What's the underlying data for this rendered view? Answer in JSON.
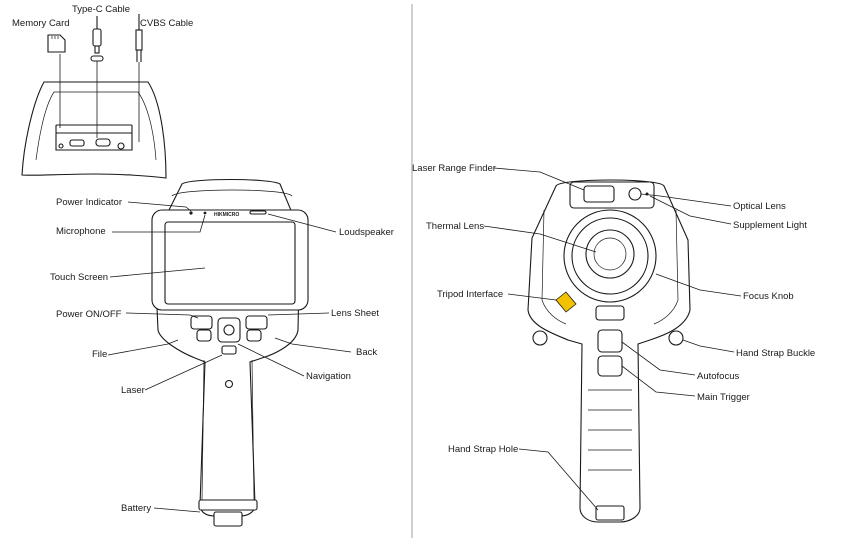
{
  "front_view": {
    "labels": {
      "memory_card": "Memory Card",
      "type_c_cable": "Type-C Cable",
      "cvbs_cable": "CVBS Cable",
      "power_indicator": "Power Indicator",
      "microphone": "Microphone",
      "loudspeaker": "Loudspeaker",
      "touch_screen": "Touch Screen",
      "power_on_off": "Power ON/OFF",
      "lens_sheet": "Lens Sheet",
      "file": "File",
      "back": "Back",
      "laser": "Laser",
      "navigation": "Navigation",
      "battery": "Battery"
    },
    "brand_mark": "HIKMICRO"
  },
  "rear_view": {
    "labels": {
      "laser_range_finder": "Laser Range Finder",
      "optical_lens": "Optical Lens",
      "supplement_light": "Supplement Light",
      "thermal_lens": "Thermal Lens",
      "tripod_interface": "Tripod Interface",
      "focus_knob": "Focus Knob",
      "hand_strap_buckle": "Hand Strap Buckle",
      "autofocus": "Autofocus",
      "main_trigger": "Main Trigger",
      "hand_strap_hole": "Hand Strap Hole"
    }
  },
  "colors": {
    "line": "#1a1a1a",
    "tripod_highlight": "#f2c200"
  }
}
